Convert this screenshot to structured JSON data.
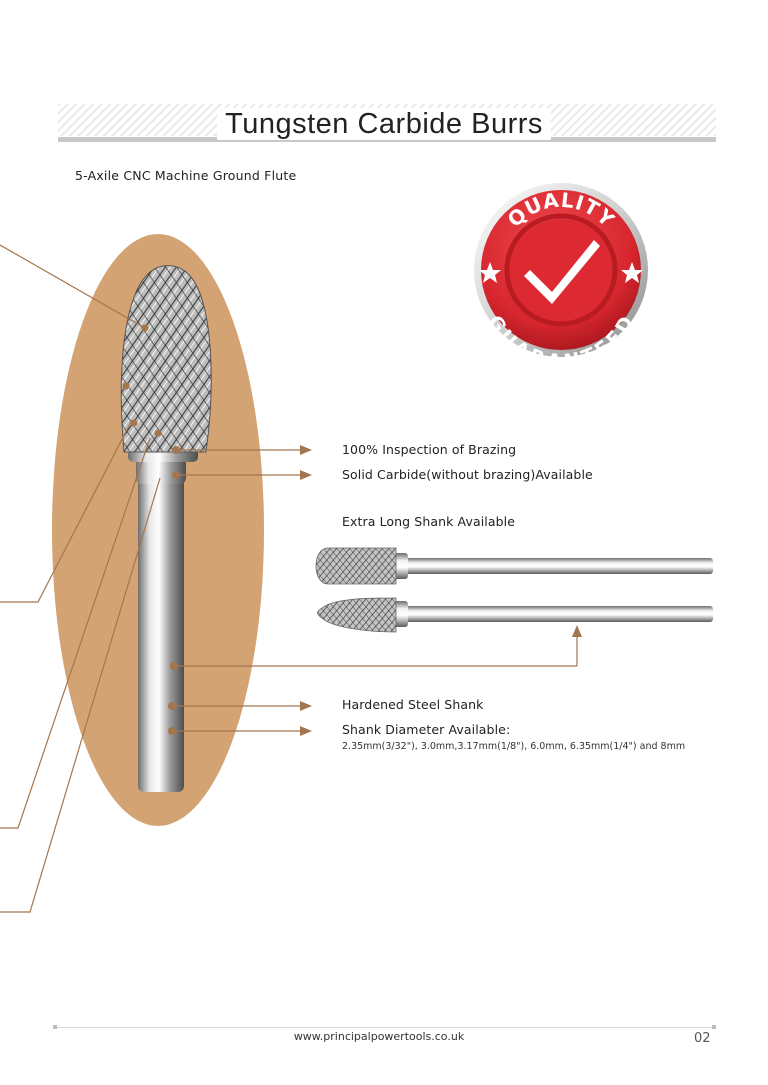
{
  "header": {
    "title": "Tungsten Carbide Burrs",
    "subtitle": "5-Axile CNC Machine Ground Flute"
  },
  "badge": {
    "top_text": "QUALITY",
    "bottom_text": "GUARANTEED",
    "icon": "checkmark-icon",
    "color": "#d7262e"
  },
  "features": {
    "brazing_inspection": "100% Inspection of Brazing",
    "solid_carbide": "Solid Carbide(without brazing)Available",
    "long_shank": "Extra Long Shank Available",
    "hardened_shank": "Hardened Steel Shank",
    "shank_diameter_title": "Shank Diameter Available:",
    "shank_diameter_values": "2.35mm(3/32\"), 3.0mm,3.17mm(1/8\"), 6.0mm, 6.35mm(1/4\") and 8mm"
  },
  "colors": {
    "accent": "#a4764e",
    "ellipse": "#d4a373"
  },
  "footer": {
    "url": "www.principalpowertools.co.uk",
    "page_number": "02"
  }
}
